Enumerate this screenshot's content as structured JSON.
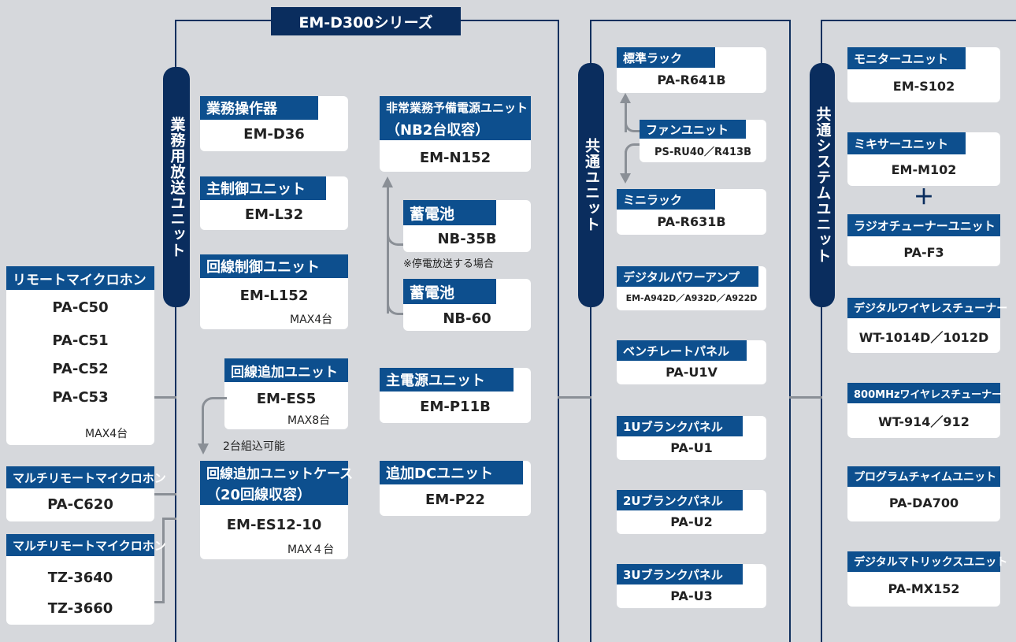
{
  "series_title": "EM-D300シリーズ",
  "vertical_labels": {
    "gyomu": "業務用放送ユニット",
    "kyotsu": "共通ユニット",
    "system": "共通システムユニット"
  },
  "left": {
    "remote_mic": {
      "label": "リモートマイクロホン",
      "models": [
        "PA-C50",
        "PA-C51",
        "PA-C52",
        "PA-C53"
      ],
      "max": "MAX4台"
    },
    "multi_mic1": {
      "label": "マルチリモートマイクロホン",
      "model": "PA-C620"
    },
    "multi_mic2": {
      "label": "マルチリモートマイクロホン",
      "models": [
        "TZ-3640",
        "TZ-3660"
      ]
    }
  },
  "main": {
    "operator": {
      "label": "業務操作器",
      "model": "EM-D36"
    },
    "main_control": {
      "label": "主制御ユニット",
      "model": "EM-L32"
    },
    "line_control": {
      "label": "回線制御ユニット",
      "model": "EM-L152",
      "max": "MAX4台"
    },
    "line_add": {
      "label": "回線追加ユニット",
      "model": "EM-ES5",
      "max": "MAX8台"
    },
    "combine_note": "2台組込可能",
    "line_case": {
      "label_line1": "回線追加ユニットケース",
      "label_line2": "（20回線収容）",
      "model": "EM-ES12-10",
      "max": "MAX４台"
    },
    "emergency_power": {
      "label_line1": "非常業務予備電源ユニット",
      "label_line2": "（NB2台収容）",
      "model": "EM-N152"
    },
    "battery1": {
      "label": "蓄電池",
      "model": "NB-35B"
    },
    "outage_note": "※停電放送する場合",
    "battery2": {
      "label": "蓄電池",
      "model": "NB-60"
    },
    "main_power": {
      "label": "主電源ユニット",
      "model": "EM-P11B"
    },
    "add_dc": {
      "label": "追加DCユニット",
      "model": "EM-P22"
    }
  },
  "common": {
    "std_rack": {
      "label": "標準ラック",
      "model": "PA-R641B"
    },
    "fan": {
      "label": "ファンユニット",
      "model": "PS-RU40／R413B"
    },
    "mini_rack": {
      "label": "ミニラック",
      "model": "PA-R631B"
    },
    "amp": {
      "label": "デジタルパワーアンプ",
      "model": "EM-A942D／A932D／A922D"
    },
    "vent": {
      "label": "ベンチレートパネル",
      "model": "PA-U1V"
    },
    "blank1": {
      "label": "1Uブランクパネル",
      "model": "PA-U1"
    },
    "blank2": {
      "label": "2Uブランクパネル",
      "model": "PA-U2"
    },
    "blank3": {
      "label": "3Uブランクパネル",
      "model": "PA-U3"
    }
  },
  "system": {
    "monitor": {
      "label": "モニターユニット",
      "model": "EM-S102"
    },
    "mixer": {
      "label": "ミキサーユニット",
      "model": "EM-M102"
    },
    "plus": "＋",
    "radio": {
      "label": "ラジオチューナーユニット",
      "model": "PA-F3"
    },
    "wireless1": {
      "label": "デジタルワイヤレスチューナー",
      "model": "WT-1014D／1012D"
    },
    "wireless2": {
      "label": "800MHzワイヤレスチューナー",
      "model": "WT-914／912"
    },
    "chime": {
      "label": "プログラムチャイムユニット",
      "model": "PA-DA700"
    },
    "matrix": {
      "label": "デジタルマトリックスユニット",
      "model": "PA-MX152"
    }
  }
}
